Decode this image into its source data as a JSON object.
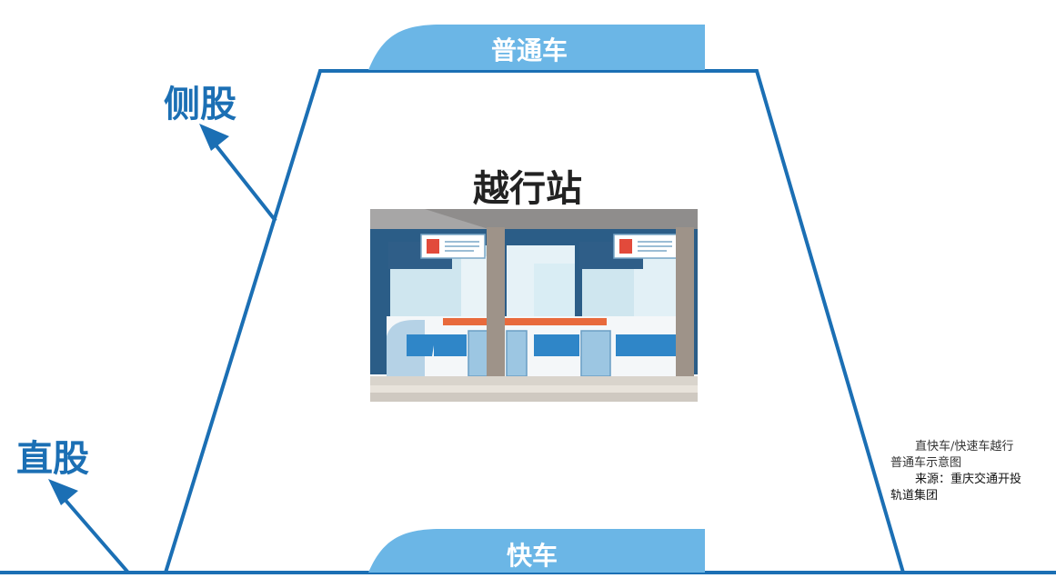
{
  "diagram": {
    "title": "越行站",
    "side_track_label": "侧股",
    "main_track_label": "直股",
    "local_train_label": "普通车",
    "express_train_label": "快车",
    "caption_line1": "直快车/快速车越行",
    "caption_line2": "普通车示意图",
    "source_line1": "来源：重庆交通开投",
    "source_line2": "轨道集团"
  },
  "colors": {
    "track_blue": "#1b6fb4",
    "pill_blue": "#6bb6e6",
    "text_dark": "#222222"
  }
}
